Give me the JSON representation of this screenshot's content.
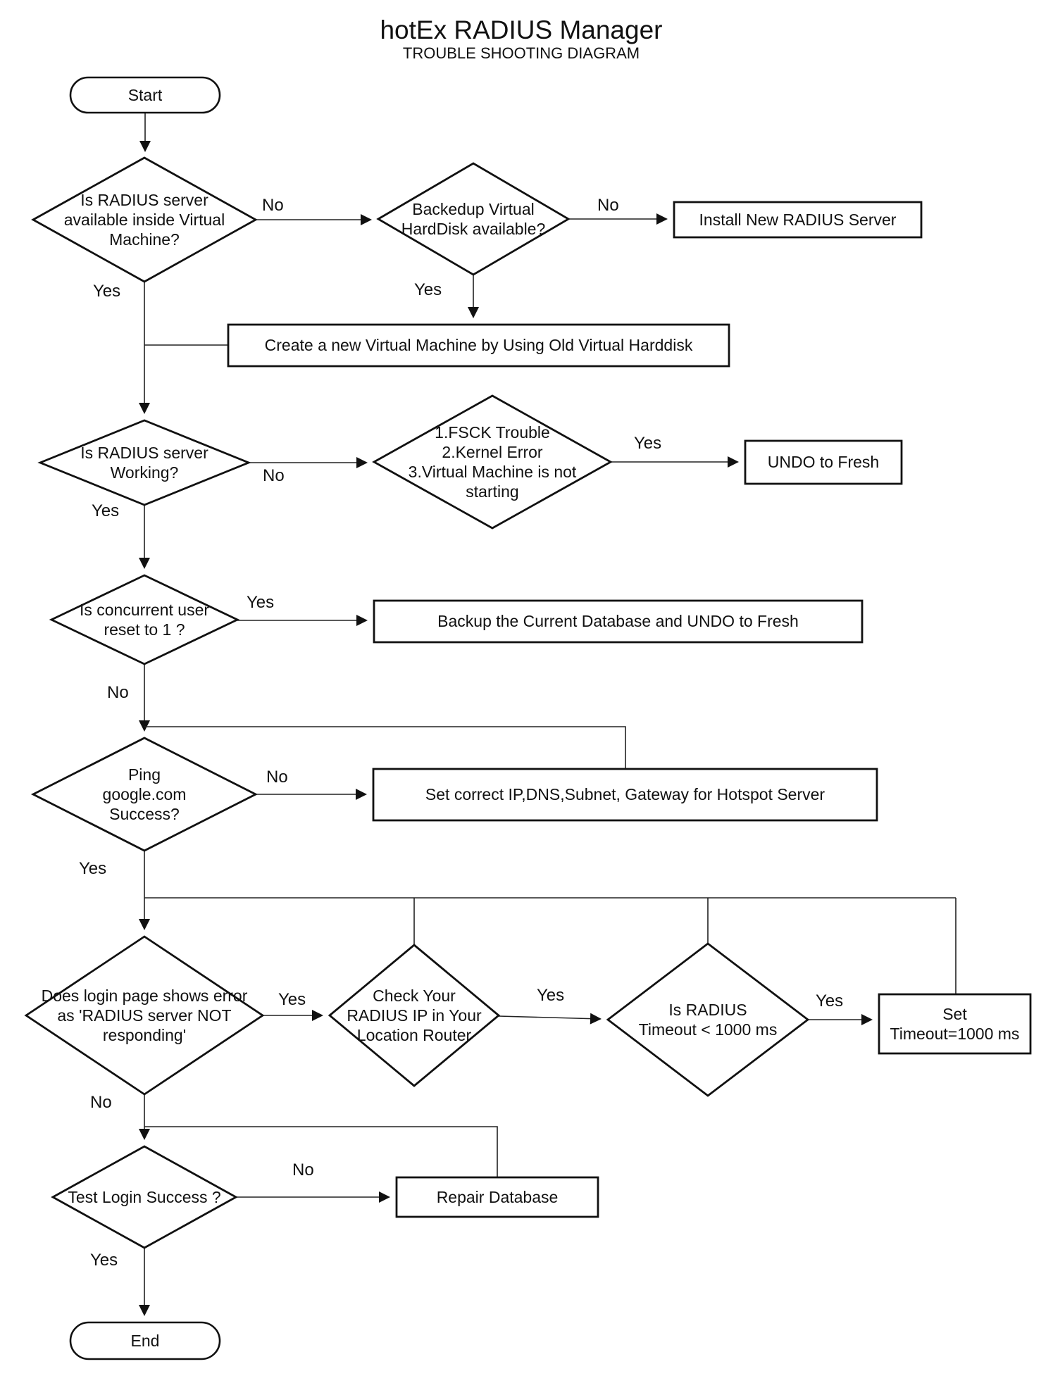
{
  "header": {
    "title": "hotEx RADIUS Manager",
    "subtitle": "TROUBLE SHOOTING DIAGRAM"
  },
  "nodes": {
    "start": {
      "label": "Start"
    },
    "d_vm_available": {
      "label": "Is RADIUS server\navailable inside Virtual\nMachine?"
    },
    "d_backedup": {
      "label": "Backedup Virtual\nHardDisk available?"
    },
    "b_install": {
      "label": "Install New RADIUS Server"
    },
    "b_create_vm": {
      "label": "Create a new Virtual Machine by  Using Old Virtual Harddisk"
    },
    "d_working": {
      "label": "Is RADIUS server\nWorking?"
    },
    "d_fsck": {
      "label": "1.FSCK Trouble\n2.Kernel Error\n3.Virtual Machine is not\nstarting"
    },
    "b_undo": {
      "label": "UNDO to Fresh"
    },
    "d_concurrent": {
      "label": "Is concurrent user\nreset to 1 ?"
    },
    "b_backup_db": {
      "label": "Backup the Current Database and UNDO to Fresh"
    },
    "d_ping": {
      "label": "Ping\ngoogle.com\nSuccess?"
    },
    "b_set_ip": {
      "label": "Set correct IP,DNS,Subnet, Gateway for Hotspot Server"
    },
    "d_login_error": {
      "label": "Does login page shows error\nas 'RADIUS server NOT\nresponding'"
    },
    "d_check_ip": {
      "label": "Check Your\nRADIUS IP in Your\nLocation Router"
    },
    "d_timeout": {
      "label": "Is RADIUS\nTimeout < 1000 ms"
    },
    "b_set_timeout": {
      "label": "Set\nTimeout=1000 ms"
    },
    "d_test_login": {
      "label": "Test Login Success ?"
    },
    "b_repair": {
      "label": "Repair Database"
    },
    "end": {
      "label": "End"
    }
  },
  "edge_labels": {
    "vm_no": "No",
    "vm_yes": "Yes",
    "backedup_no": "No",
    "backedup_yes": "Yes",
    "working_no": "No",
    "working_yes": "Yes",
    "fsck_yes": "Yes",
    "concurrent_yes": "Yes",
    "concurrent_no": "No",
    "ping_no": "No",
    "ping_yes": "Yes",
    "login_yes": "Yes",
    "login_no": "No",
    "check_yes": "Yes",
    "timeout_yes": "Yes",
    "testlogin_no": "No",
    "testlogin_yes": "Yes"
  },
  "colors": {
    "stroke": "#111111",
    "background": "#ffffff"
  }
}
